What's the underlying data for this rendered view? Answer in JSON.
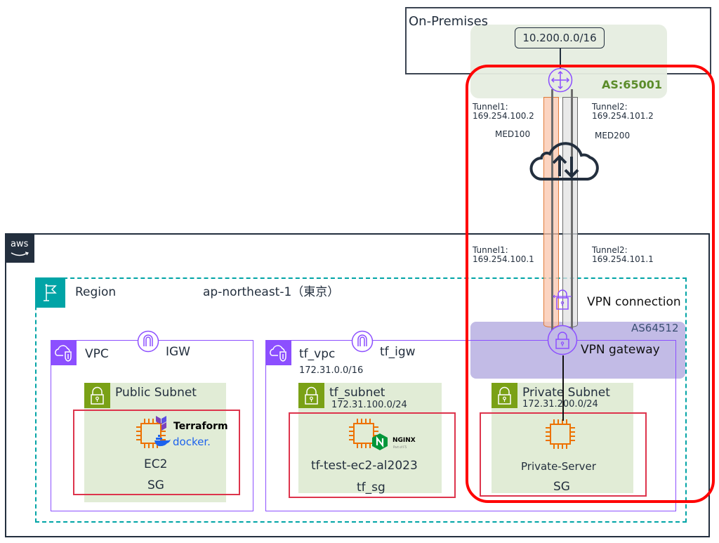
{
  "onprem": {
    "title": "On-Premises",
    "cidr": "10.200.0.0/16",
    "asn": "AS:65001",
    "colors": {
      "asn_text": "#5b8c2a",
      "green_area": "#e6ede0"
    }
  },
  "tunnels": {
    "tunnel1_onprem": [
      "Tunnel1:",
      "169.254.100.2"
    ],
    "tunnel2_onprem": [
      "Tunnel2:",
      "169.254.101.2"
    ],
    "tunnel1_aws": [
      "Tunnel1:",
      "169.254.100.1"
    ],
    "tunnel2_aws": [
      "Tunnel2:",
      "169.254.101.1"
    ],
    "med1": "MED100",
    "med2": "MED200",
    "colors": {
      "tunnel1": "#e07b39",
      "tunnel2": "#6b6b6b"
    }
  },
  "aws": {
    "logo_text": "aws",
    "region_label": "Region",
    "region_name": "ap-northeast-1（東京）",
    "vpn_connection_label": "VPN connection",
    "vpn_gateway_label": "VPN gateway",
    "vpn_gateway_asn": "AS64512",
    "colors": {
      "region": "#00a4a6",
      "vpc": "#8c4fff",
      "subnet": "#7aa116",
      "sg": "#dd344c",
      "highlight": "#ff0000"
    }
  },
  "vpcs": [
    {
      "label": "VPC",
      "cidr": "",
      "igw_label": "IGW",
      "subnet": {
        "label": "Public Subnet",
        "cidr": ""
      },
      "instance": {
        "name": "EC2",
        "sg": "SG",
        "badges": [
          "Terraform",
          "docker."
        ]
      }
    },
    {
      "label": "tf_vpc",
      "cidr": "172.31.0.0/16",
      "igw_label": "tf_igw",
      "subnet": {
        "label": "tf_subnet",
        "cidr": "172.31.100.0/24"
      },
      "instance": {
        "name": "tf-test-ec2-al2023",
        "sg": "tf_sg",
        "badges": [
          "NGINX",
          "Part of F5"
        ]
      }
    },
    {
      "subnet": {
        "label": "Private Subnet",
        "cidr": "172.31.200.0/24"
      },
      "instance": {
        "name": "Private-Server",
        "sg": "SG"
      }
    }
  ]
}
